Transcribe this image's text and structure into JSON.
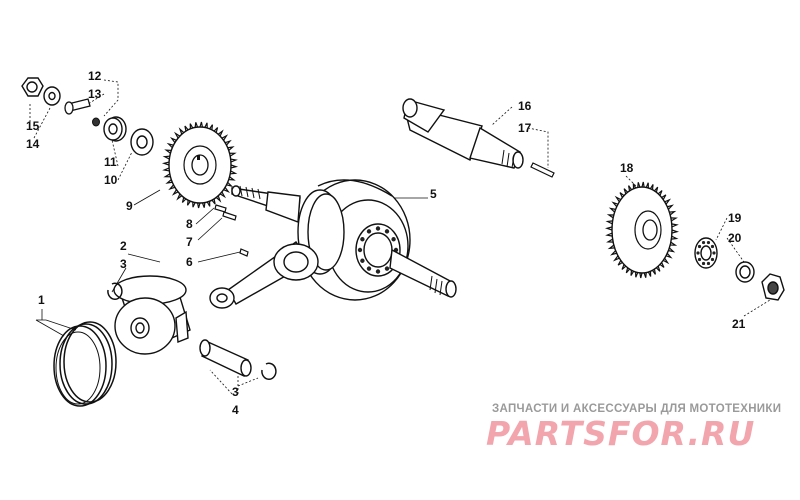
{
  "diagram": {
    "callouts": {
      "c1": "1",
      "c2": "2",
      "c3a": "3",
      "c3b": "3",
      "c4": "4",
      "c5": "5",
      "c6": "6",
      "c7": "7",
      "c8": "8",
      "c9": "9",
      "c10": "10",
      "c11": "11",
      "c12": "12",
      "c13": "13",
      "c14": "14",
      "c15": "15",
      "c16": "16",
      "c17": "17",
      "c18": "18",
      "c19": "19",
      "c20": "20",
      "c21": "21"
    }
  },
  "watermark": {
    "caption": "ЗАПЧАСТИ И АКСЕССУАРЫ ДЛЯ МОТОТЕХНИКИ",
    "logo": "PARTSFOR.RU",
    "logo_color": "#f2a5ad",
    "caption_color": "#9a9a9a"
  }
}
